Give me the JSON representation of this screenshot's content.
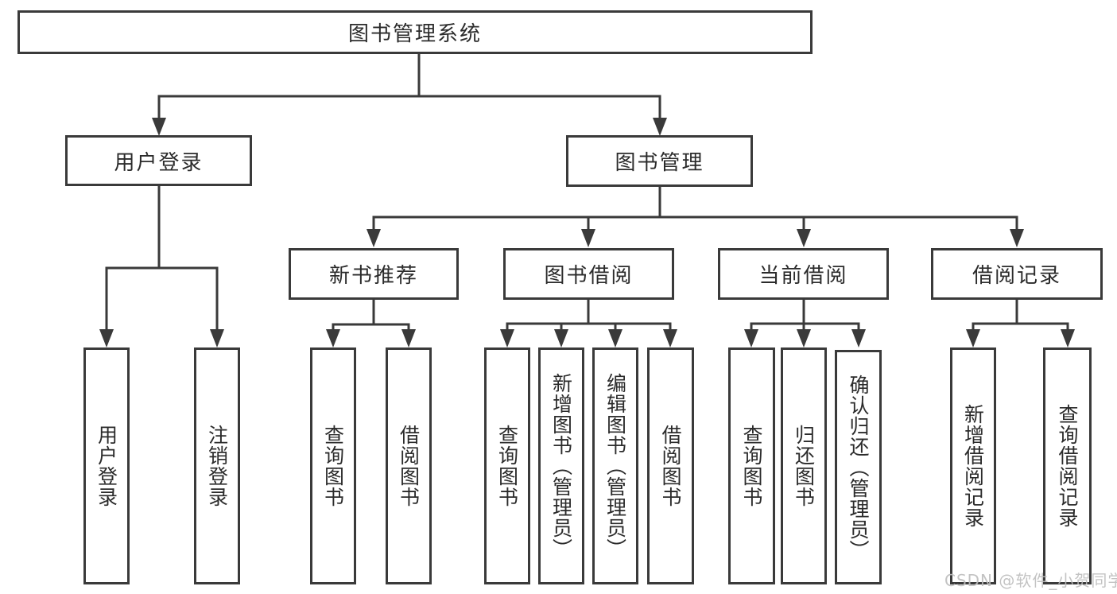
{
  "colors": {
    "line": "#3a3a3a",
    "text": "#2b2b2b",
    "watermark": "#bdbdbd",
    "bg": "#ffffff"
  },
  "watermark": "CSDN @软件_小贺同学",
  "tree": {
    "root": {
      "label": "图书管理系统"
    },
    "level2": [
      {
        "label": "用户登录",
        "children": [
          {
            "label": "用户登录"
          },
          {
            "label": "注销登录"
          }
        ]
      },
      {
        "label": "图书管理",
        "children": [
          {
            "label": "新书推荐",
            "children": [
              {
                "label": "查询图书"
              },
              {
                "label": "借阅图书"
              }
            ]
          },
          {
            "label": "图书借阅",
            "children": [
              {
                "label": "查询图书"
              },
              {
                "label": "新增图书（管理员）"
              },
              {
                "label": "编辑图书（管理员）"
              },
              {
                "label": "借阅图书"
              }
            ]
          },
          {
            "label": "当前借阅",
            "children": [
              {
                "label": "查询图书"
              },
              {
                "label": "归还图书"
              },
              {
                "label": "确认归还（管理员）"
              }
            ]
          },
          {
            "label": "借阅记录",
            "children": [
              {
                "label": "新增借阅记录"
              },
              {
                "label": "查询借阅记录"
              }
            ]
          }
        ]
      }
    ]
  }
}
